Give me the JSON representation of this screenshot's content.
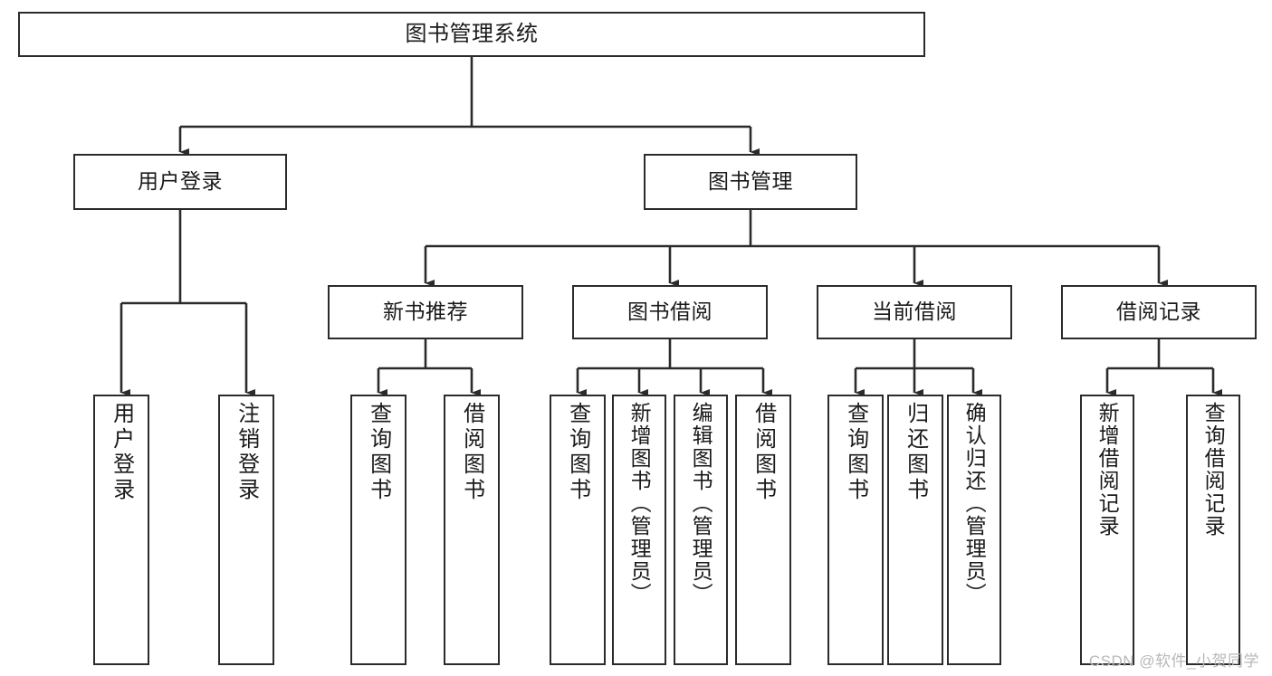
{
  "diagram": {
    "title": "图书管理系统",
    "type": "功能结构图",
    "watermark": "CSDN @软件_小贺同学",
    "colors": {
      "box_border": "#2b2b2b",
      "box_fill": "#ffffff",
      "connector": "#2b2b2b",
      "text": "#1a1a1a",
      "watermark": "#b8b8b8"
    },
    "root": {
      "id": "root",
      "label": "图书管理系统"
    },
    "level2": [
      {
        "id": "user-login",
        "label": "用户登录"
      },
      {
        "id": "book-manage",
        "label": "图书管理"
      }
    ],
    "level3": [
      {
        "id": "new-book-recommend",
        "label": "新书推荐",
        "parent": "book-manage"
      },
      {
        "id": "book-borrow",
        "label": "图书借阅",
        "parent": "book-manage"
      },
      {
        "id": "current-borrow",
        "label": "当前借阅",
        "parent": "book-manage"
      },
      {
        "id": "borrow-record",
        "label": "借阅记录",
        "parent": "book-manage"
      }
    ],
    "leaves": [
      {
        "id": "leaf-user-login",
        "label": "用户登录",
        "parent": "user-login"
      },
      {
        "id": "leaf-user-logout",
        "label": "注销登录",
        "parent": "user-login"
      },
      {
        "id": "leaf-query-book-1",
        "label": "查询图书",
        "parent": "new-book-recommend"
      },
      {
        "id": "leaf-borrow-book-1",
        "label": "借阅图书",
        "parent": "new-book-recommend"
      },
      {
        "id": "leaf-query-book-2",
        "label": "查询图书",
        "parent": "book-borrow"
      },
      {
        "id": "leaf-add-book",
        "label": "新增图书（管理员）",
        "parent": "book-borrow"
      },
      {
        "id": "leaf-edit-book",
        "label": "编辑图书（管理员）",
        "parent": "book-borrow"
      },
      {
        "id": "leaf-borrow-book-2",
        "label": "借阅图书",
        "parent": "book-borrow"
      },
      {
        "id": "leaf-query-book-3",
        "label": "查询图书",
        "parent": "current-borrow"
      },
      {
        "id": "leaf-return-book",
        "label": "归还图书",
        "parent": "current-borrow"
      },
      {
        "id": "leaf-confirm-return",
        "label": "确认归还（管理员）",
        "parent": "current-borrow"
      },
      {
        "id": "leaf-add-record",
        "label": "新增借阅记录",
        "parent": "borrow-record"
      },
      {
        "id": "leaf-query-record",
        "label": "查询借阅记录",
        "parent": "borrow-record"
      }
    ]
  }
}
